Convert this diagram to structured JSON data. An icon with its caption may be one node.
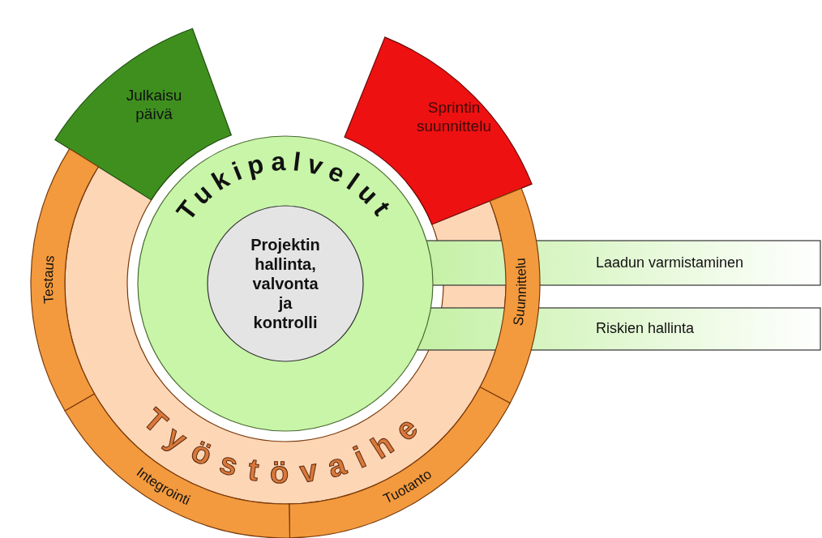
{
  "diagram": {
    "nodes": [
      {
        "text": [
          "Työstövaihe"
        ]
      },
      {
        "text": [
          "Tukipalvelut"
        ]
      },
      {
        "text": [
          "Projektin hallinta, valvonta ja kontrolli"
        ],
        "in": 1
      },
      {
        "text": [
          "Julkaisu päivä"
        ]
      },
      {
        "text": [
          "Sprintin suunnittelu"
        ]
      },
      {
        "text": [
          "Suunnittelu"
        ]
      },
      {
        "text": [
          "Tuotanto"
        ]
      },
      {
        "text": [
          "Integrointi"
        ]
      },
      {
        "text": [
          "Testaus"
        ]
      },
      {
        "text": [
          "Laadun varmistaminen"
        ]
      },
      {
        "text": [
          "Riskien hallinta"
        ]
      }
    ]
  }
}
